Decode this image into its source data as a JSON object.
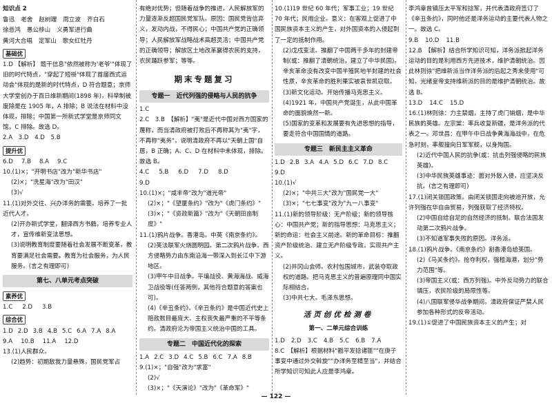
{
  "c1": {
    "kd_title": "知识点 2",
    "names": [
      "鲁迅",
      "老舍",
      "赵树理",
      "周立波",
      "齐白石",
      "徐悲鸿",
      "愚公移山",
      "义勇军进行曲",
      "黄河大合唱",
      "定军山",
      "歌女红牡丹"
    ],
    "s_basic": "基础优",
    "q1": "1.D 【解析】 题干信息\"依然被称为'老爷'\"体现了旧的时代特点，\"穿起了短褂\"体现了首届西式运动会\"体现的是新的时代特点，D 符合题意；京师大学堂创办于百日维新期间(1898 年)，科举制被废除是在 1905 年，A 排除；B 说法在材料中没体现，排除；中国第一所新式学堂是京师同文馆，C 排除。故选 D。",
    "q2": "2.A　3.D　4.D　5.B",
    "s_up": "提升优",
    "q6": [
      "6.D",
      "7.B",
      "8.A",
      "9.C"
    ],
    "q10a": "10.(1)×；\"开明书店\"改为\"新华书店\"",
    "q10b": "(2)×；\"洗星海\"改为\"田汉\"",
    "q10c": "(3)√",
    "q11a": "11.(1)对外交往、兴办洋务的需要。培养了一批近代人才。",
    "q11b": "(2)开办新式学堂，翻译西方书籍。培养专业人才，宣传维新变法思想。",
    "q11c": "(3)说明教育制度要随着社会发展不断变革，教育要满足社会需要。教育为社会服务，为人民服务。(言之有理即可)",
    "bar1": "第七、八单元考点突破",
    "s_qual": "素养优",
    "q1b": [
      "1.C",
      "2.D",
      "3.B"
    ],
    "s_comp": "综合优",
    "q1c": [
      "1.D",
      "2.D",
      "3.B",
      "4.B",
      "5.C",
      "6.A",
      "7.A",
      "8.A"
    ],
    "q9c": [
      "9.A",
      "10.B",
      "11.A",
      "12.D"
    ],
    "q13a": "13.(1)人民群众。",
    "q13b": "(2)趋势：初期敌我力量悬殊，国民党军占"
  },
  "c2": {
    "top": "有绝对优势；但随着战争的推进，人民解放军的力量逐渐反超国民党军队。原因：国民党背信弃义，发动内战，不得民心；中国共产党的正确领导；人民解放军战略战术高超灵活；中国共产党的正确领导；解放区土地改革赢得农民的支持，农民踊跃参军；等等。",
    "big": "期末专题复习",
    "bar1": "专题一　近代列强的侵略与人民的抗争",
    "q1": "1.C",
    "q2": "2.C　3.B　【解析】\"夷\"是近代中国对西方国家的蔑称，而当清政府被打败后不再称其为\"夷\"字，不再称\"夷务\"，说明清政府不再以\"天朝上国\"自居，B 正确；A、C、D 在材料中未体现，排除。故选 B。",
    "q4": [
      "4.C",
      "5.B",
      "6.D",
      "7.D",
      "8.D"
    ],
    "q9": "9.D",
    "q10a": "10.(1)×；\"咸丰帝\"改为\"道光帝\"",
    "q10b": "(2)×；\"《望厦条约》\"改为\"《虎门条约》\"",
    "q10c": "(3)×；\"《资政新篇》\"改为\"《天朝田亩制度》\"",
    "q11a": "11.(1)鸦片战争。香港岛。中英《南京条约》。",
    "q11b": "(2)英法联军火烧圆明园。第二次鸦片战争。西方侵略势力由东南沿海一带深入到长江中下游地区。",
    "q11c": "(3)甲午中日战争。平壤战役、黄海海战、威海卫战役等(任答两例，其他符合题意的答案也可)。",
    "q11d": "(4)《辛丑条约》。《辛丑条约》是中国近代史上赔款数目最庞大、主权丧失最严重的不平等条约。清政府沦为帝国主义统治中国的工具。",
    "bar2": "专题二　中国近代化的探索",
    "q1b": [
      "1.A",
      "2.C",
      "3.D",
      "4.C",
      "5.B",
      "6.C",
      "7.A",
      "8.B"
    ],
    "q9a": "9.(1)×；\"自强\"改为\"求富\"",
    "q9b": "(2)√",
    "q9c": "(3)×；\"《天演论》\"改为\"《革命军》\""
  },
  "c3": {
    "q10a": "10.(1)19 世纪 60 年代；军事工业；19 世纪 70 年代；民用企业。意义：在客观上促进了中国民族资本主义的产生，对外国资本的入侵起到了一定的抵制作用。",
    "q10b": "(2)戊戌变法。推翻了中国两千多年的封建帝制(或：推翻了清朝统治，建立了中华民国)。辛亥革命没有改变中国半殖民地半封建的社会性质，辛亥革命的胜利果实被袁世凯窃取。",
    "q10c": "(3)新文化运动。开始传播马克思主义。",
    "q10d": "(4)1921 年，中国共产党诞生，从此中国革命的面貌焕然一新。",
    "q10e": "(5)国家的变革和发展要有先进思想的指导，要走符合中国国情的道路。",
    "bar": "专题三　新民主主义革命",
    "q1": [
      "1.D",
      "2.B",
      "3.A",
      "4.A",
      "5.D",
      "6.C",
      "7.D",
      "8.C"
    ],
    "q9": "9.D",
    "q10a2": "10.(1)√",
    "q10b2": "(2)×；\"中共三大\"改为\"国民党一大\"",
    "q10c2": "(3)×；\"七七事变\"改为\"九一八事变\"",
    "q11": "11.(1)新的领导阶级：无产阶级；新的领导核心：中国共产党；新的指导思想：马克思主义；新的命运：社会主义前途。新的革命目标：推翻资产阶级统治、建立无产阶级专政，实现共产主义。",
    "q11b": "(2)井冈山会师。农村包围城市，武装夺取政权的道路。把马克思主义的普遍原理同中国实际相结合。",
    "q11c": "(3)中共七大。毛泽东思想。",
    "big2": "活页创优检测卷",
    "sub": "第一、二单元综合训练",
    "q1b": [
      "1.D",
      "2.D",
      "3.C",
      "4.B",
      "5.C",
      "6.B",
      "7.A"
    ],
    "q8a": "8.C　【解析】根据材料\"戳平发捻诸匪\"\"在庚子事变中通过外交斡旋\"\"办洋务至精至当\"，并结合所学知识可知此人应是李鸿章。"
  },
  "c4": {
    "top": "李鸿章曾镇压太平军和捻军，并代表清政府签订了《辛丑条约》，同时他还是洋务运动的主要代表人物之一。故选 C。",
    "q9": [
      "9.B",
      "10.D",
      "11.B"
    ],
    "q12": "12.B　【解析】结合所学知识可知，洋务派掀起洋务运动的目的是利用西方先进技术，维护清朝统治。因此林则徐\"把维新派当作洋务派的后起之秀来使用\"可知，光绪皇帝支持维新派的目的是维护清朝统治。故选 B。",
    "q13": [
      "13.D",
      "14.C",
      "15.D"
    ],
    "q16a": "16.(1)林则徐：力主禁烟，主持了虎门销烟，是中华民族的英雄。左宗棠：率兵收复新疆，是洋务派的代表之一。邓世昌：在甲午中日战争黄海海战中，在危急时刻，率舰撞向日军军舰，以身殉国。",
    "q16b": "(2)近代中国人民的抗争(或：抗击列强侵略的民族英雄)。",
    "q16c": "(3)中华民族英雄事迹：面对外敌入侵，应坚决反抗。(言之有理即可)",
    "q17a": "17.(1)闭关锁国政策。由闭关锁国走向被迫开放，允许列强在华自由贸易，列强获取了经济特权。",
    "q17b": "(2)中国自给自足的自然经济的抵制。联合法国发动第二次鸦片战争。",
    "q17c": "(3)不知道军事失败的原因。洋务派。",
    "q18a": "18.(1)鸦片战争。《南京条约》割香港岛给英国。",
    "q18b": "(2)《马关条约》。抢夺利权，强租海港，划分\"势力范围\"等。",
    "q18c": "(3)帝国主义(或：西方列强)。中外反动势力的联合镇压，农民阶级的局限性等。",
    "q18d": "(4)八国联军侵华战争期间。清政府保证严禁人民参加各种形式的反帝活动。",
    "q19": "19.(1)①促进了中国民族资本主义的产生；对"
  },
  "page_number": "— 122 —"
}
